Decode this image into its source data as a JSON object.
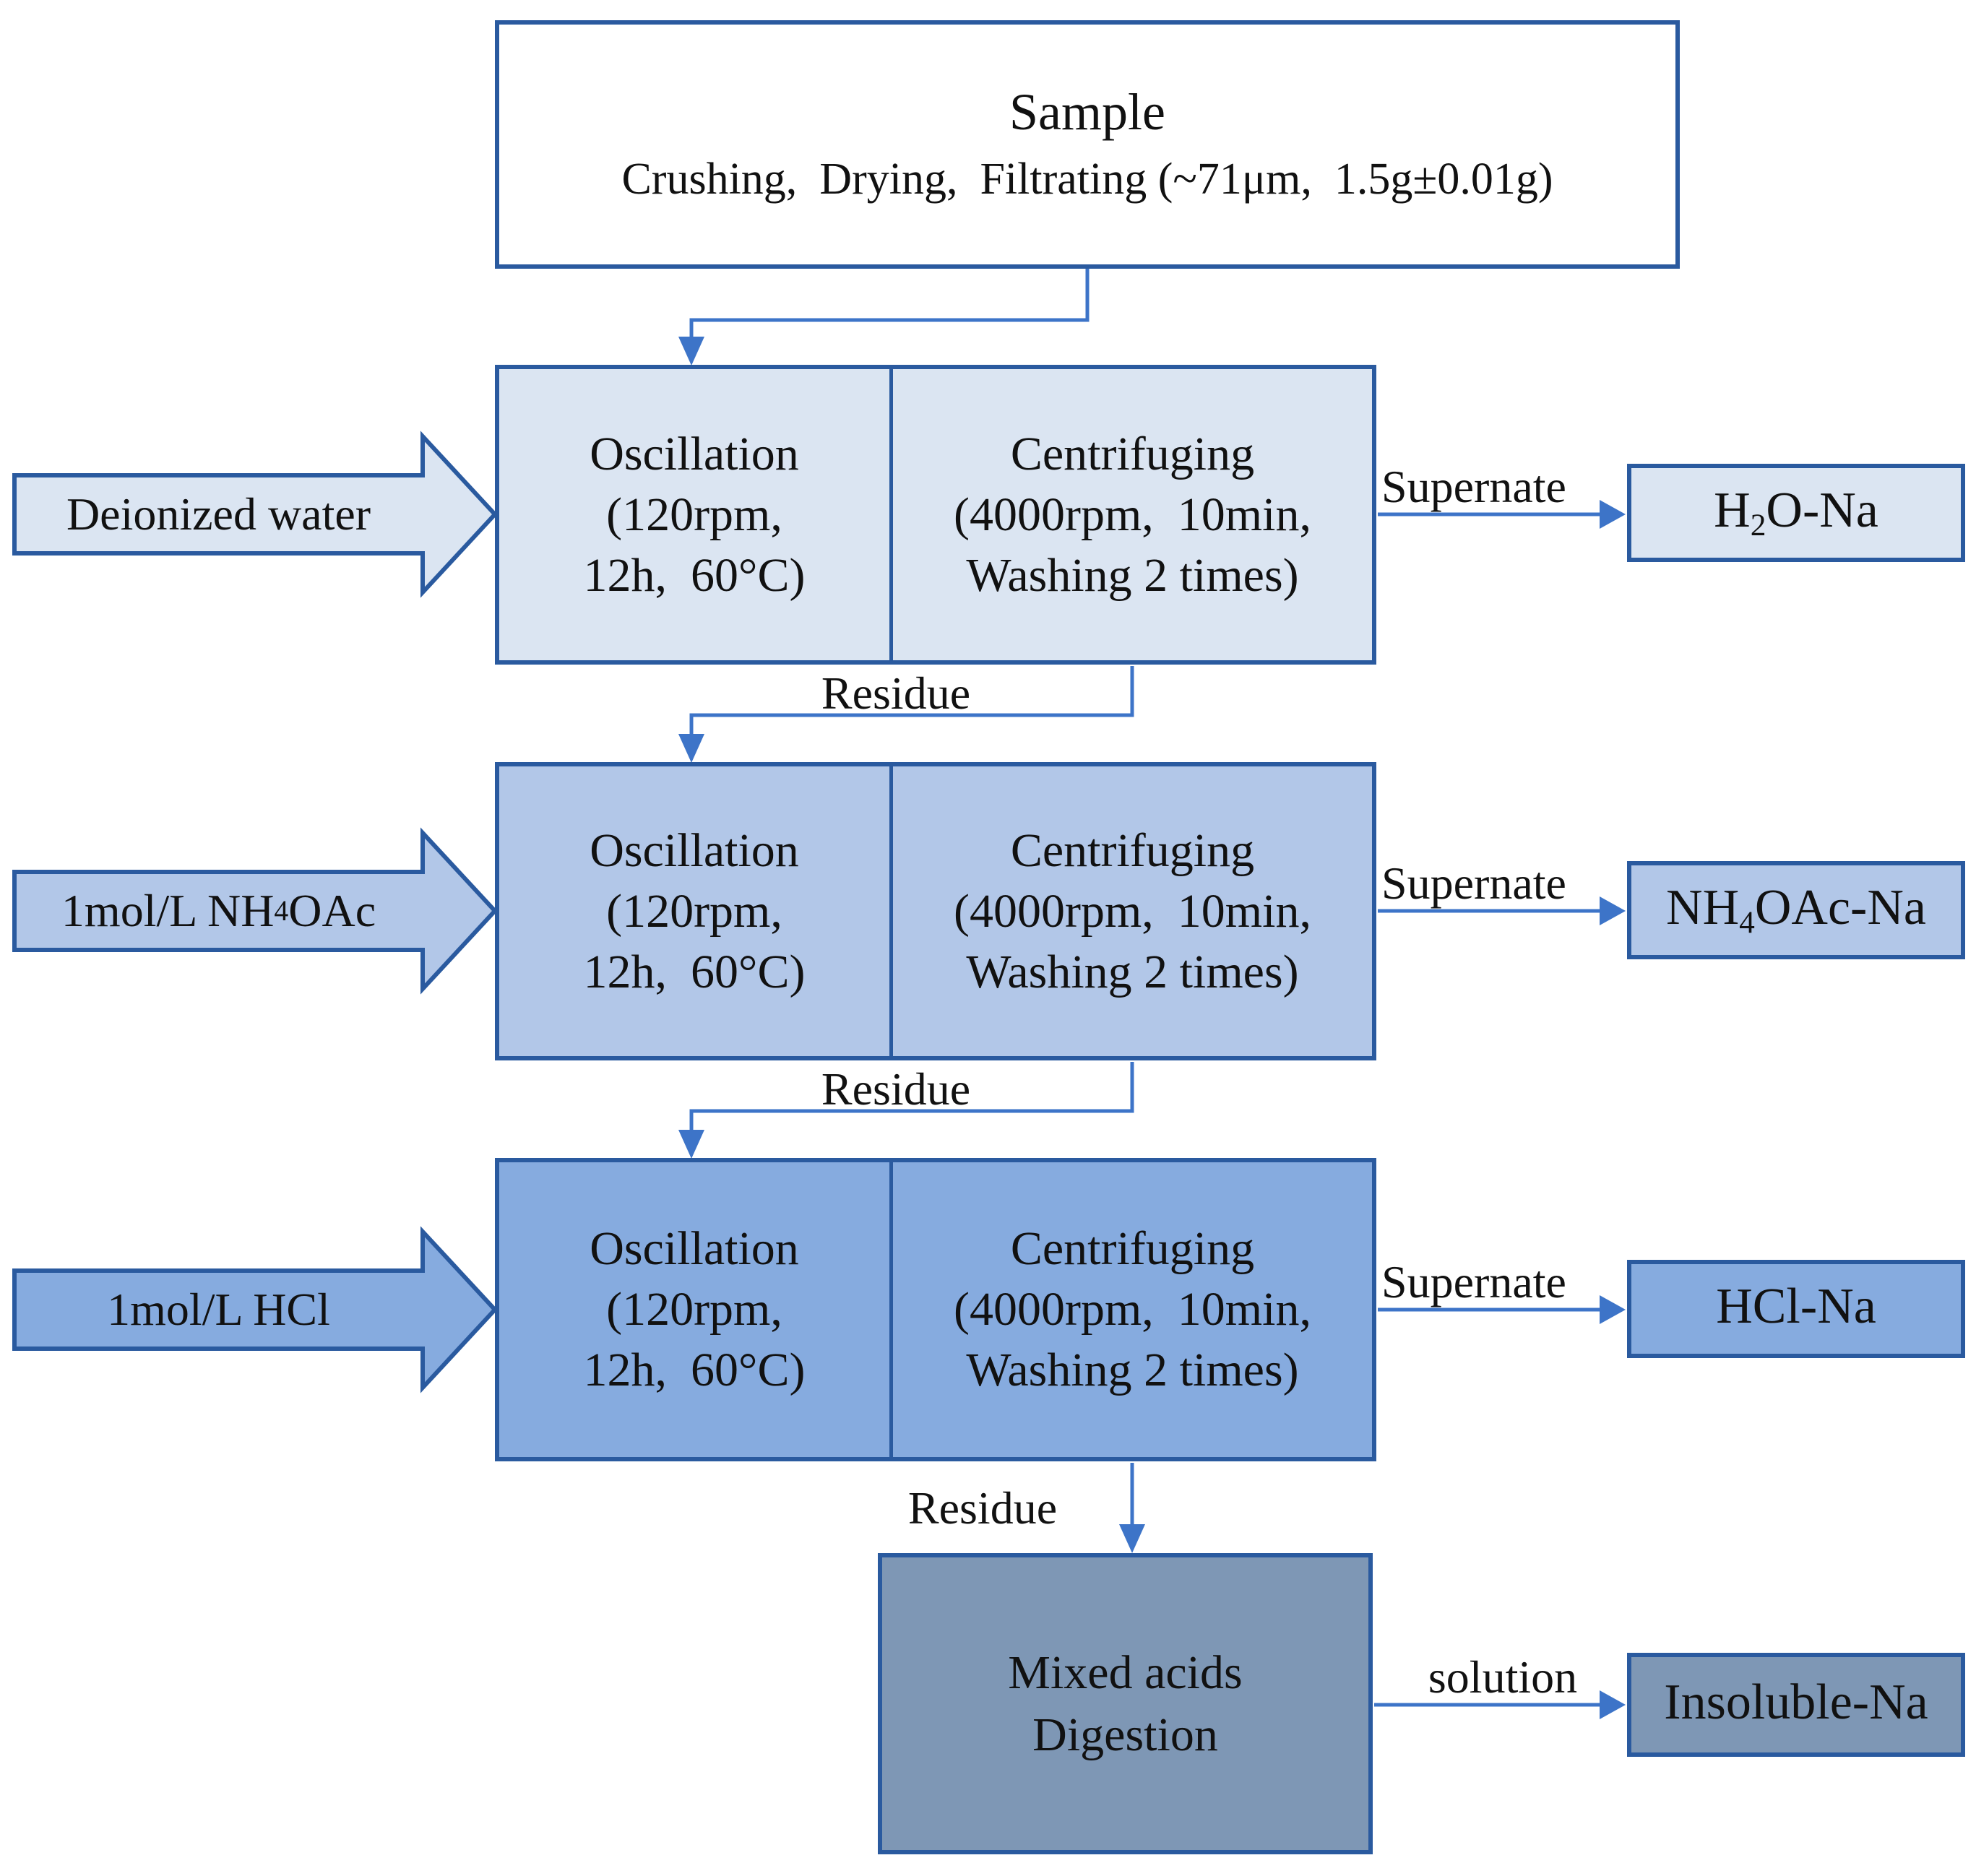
{
  "colors": {
    "border": "#2a5a9f",
    "connector": "#3d74c8",
    "stage1_fill": "#dbe5f2",
    "stage2_fill": "#b2c7e8",
    "stage3_fill": "#86abdf",
    "digestion_fill": "#7e97b5",
    "text": "#111111"
  },
  "sample_box": {
    "title": "Sample",
    "subtitle": "Crushing,  Drying,  Filtrating (~71μm,  1.5g±0.01g)"
  },
  "stages": [
    {
      "reagent_pre": "Deionized water",
      "reagent_sub": "",
      "reagent_post": "",
      "oscillation": [
        "Oscillation",
        "(120rpm,",
        "12h,  60°C)"
      ],
      "centrifuging": [
        "Centrifuging",
        "(4000rpm,  10min,",
        "Washing 2 times)"
      ],
      "supernate_label": "Supernate",
      "residue_label": "Residue",
      "output_pre": "H",
      "output_sub": "2",
      "output_post": "O-Na"
    },
    {
      "reagent_pre": "1mol/L NH",
      "reagent_sub": "4",
      "reagent_post": "OAc",
      "oscillation": [
        "Oscillation",
        "(120rpm,",
        "12h,  60°C)"
      ],
      "centrifuging": [
        "Centrifuging",
        "(4000rpm,  10min,",
        "Washing 2 times)"
      ],
      "supernate_label": "Supernate",
      "residue_label": "Residue",
      "output_pre": "NH",
      "output_sub": "4",
      "output_post": "OAc-Na"
    },
    {
      "reagent_pre": "1mol/L HCl",
      "reagent_sub": "",
      "reagent_post": "",
      "oscillation": [
        "Oscillation",
        "(120rpm,",
        "12h,  60°C)"
      ],
      "centrifuging": [
        "Centrifuging",
        "(4000rpm,  10min,",
        "Washing 2 times)"
      ],
      "supernate_label": "Supernate",
      "residue_label": "Residue",
      "output_pre": "HCl-Na",
      "output_sub": "",
      "output_post": ""
    }
  ],
  "digestion": {
    "line1": "Mixed acids",
    "line2": "Digestion",
    "solution_label": "solution",
    "output_pre": "Insoluble-Na",
    "output_sub": "",
    "output_post": ""
  }
}
